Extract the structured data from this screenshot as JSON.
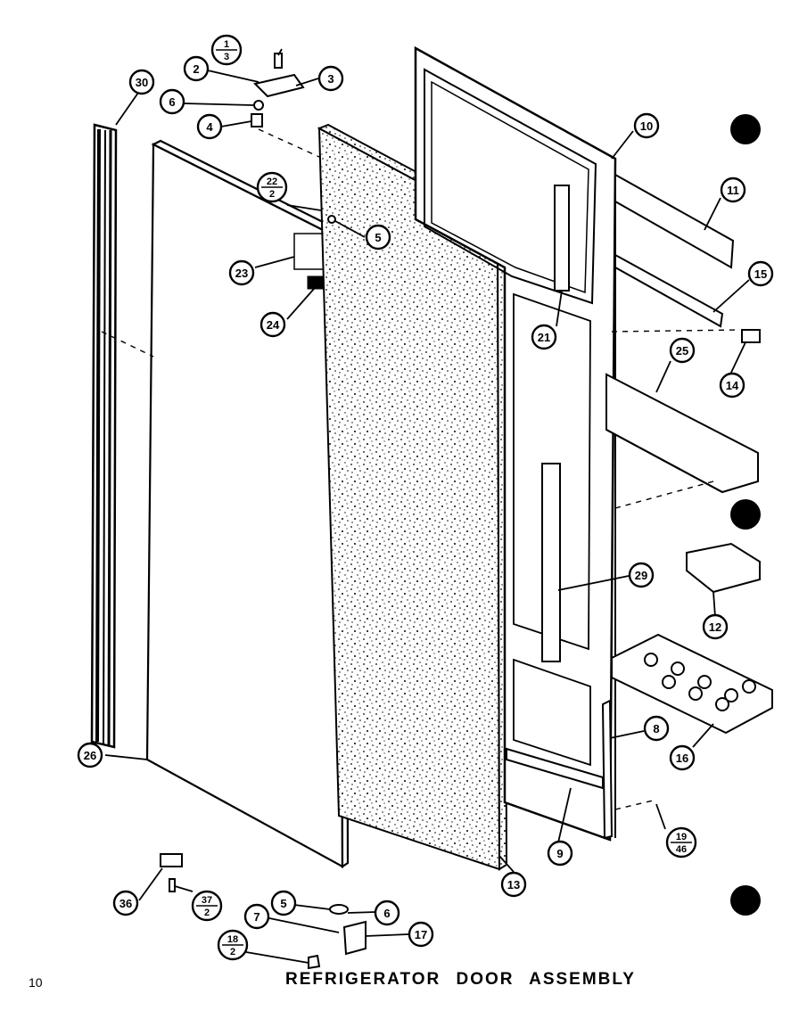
{
  "title": "REFRIGERATOR DOOR ASSEMBLY",
  "page_number": "10",
  "parts": {
    "door_gasket": "30",
    "hinge_screw": {
      "num": "1",
      "den": "3"
    },
    "hinge_bracket_a": "2",
    "hinge_bracket_b": "3",
    "washer_top": "6",
    "bushing_top": "4",
    "screw_22": {
      "num": "22",
      "den": "2"
    },
    "stop_top": "5",
    "handle_bracket": "23",
    "handle_cap": "24",
    "outer_door_panel": "26",
    "insulation": "13",
    "inner_liner": "10",
    "shelf_rail": "11",
    "retainer_15": "15",
    "clip": "14",
    "door_shelf": "25",
    "bracket_21": "21",
    "bracket_29": "29",
    "butter_dish": "12",
    "egg_tray": "16",
    "trim_8": "8",
    "trim_9": "9",
    "screw_19": {
      "num": "19",
      "den": "46"
    },
    "stop_block": "36",
    "screw_37": {
      "num": "37",
      "den": "2"
    },
    "stop_bottom": "5",
    "washer_bottom": "6",
    "pin_7": "7",
    "hinge_17": "17",
    "screw_18": {
      "num": "18",
      "den": "2"
    }
  }
}
